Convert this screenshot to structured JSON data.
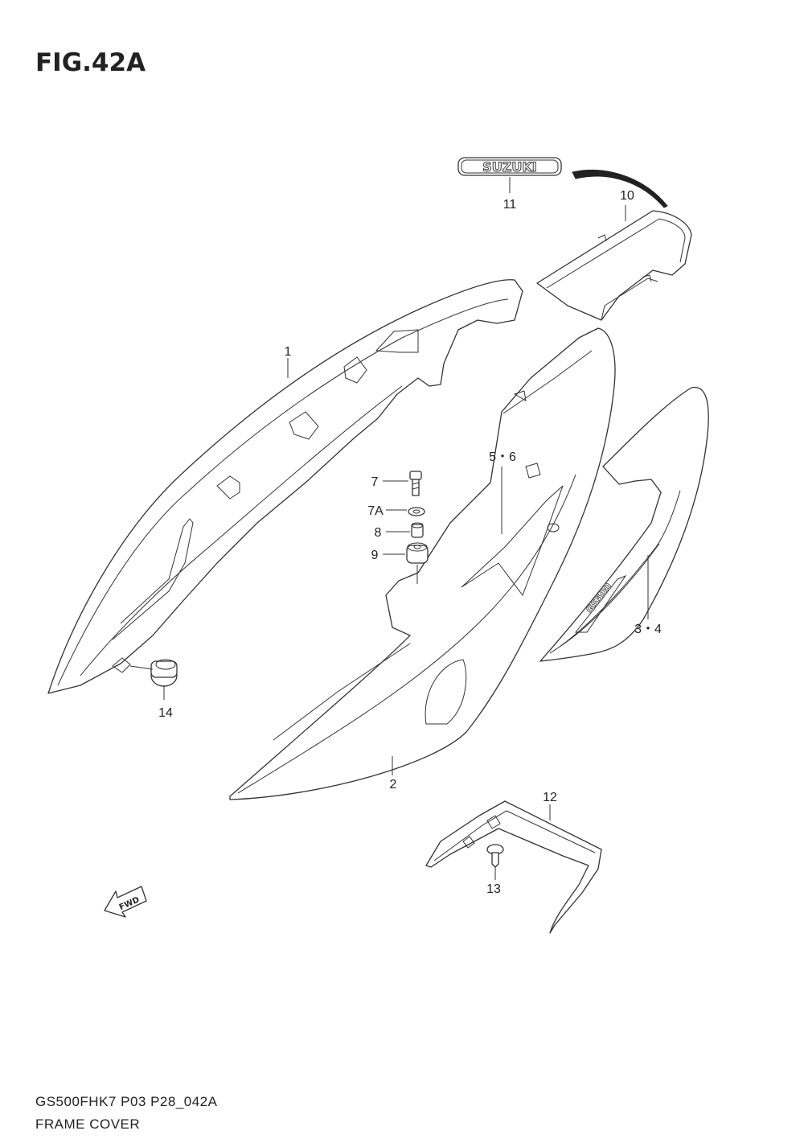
{
  "figure": {
    "title": "FIG.42A"
  },
  "footer": {
    "model_code": "GS500FHK7 P03 P28_042A",
    "section_name": "FRAME COVER"
  },
  "emblem": {
    "text": "SUZUKI"
  },
  "side_decal": {
    "text": "GS500"
  },
  "fwd_arrow": {
    "text": "FWD"
  },
  "callouts": {
    "c1": "1",
    "c2": "2",
    "c34": "3・4",
    "c56": "5・6",
    "c7": "7",
    "c7a": "7A",
    "c8": "8",
    "c9": "9",
    "c10": "10",
    "c11": "11",
    "c12": "12",
    "c13": "13",
    "c14": "14"
  }
}
